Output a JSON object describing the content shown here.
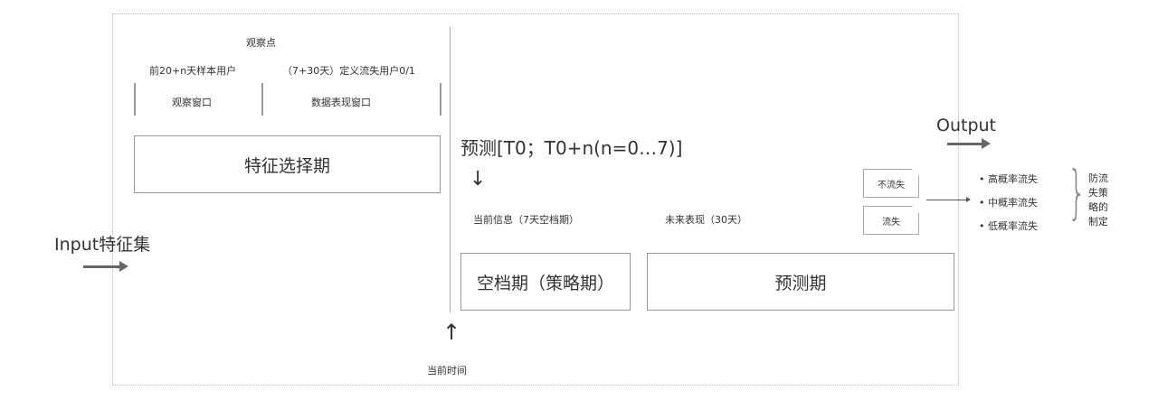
{
  "observe_point": "观察点",
  "left_top": "前20+n天样本用户",
  "right_top": "（7+30天）定义流失用户0/1",
  "observe_window": "观察窗口",
  "data_window": "数据表现窗口",
  "feature_period": "特征选择期",
  "input": "Input特征集",
  "predict": "预测[T0；T0+n(n=0…7)]",
  "current_info": "当前信息（7天空档期）",
  "future": "未来表现（30天）",
  "gap_period": "空档期（策略期）",
  "predict_period": "预测期",
  "current_time": "当前时间",
  "output": "Output",
  "not_churn": "不流失",
  "churn": "流失",
  "levels": [
    "高概率流失",
    "中概率流失",
    "低概率流失"
  ],
  "strategy": [
    "防流",
    "失策",
    "略的",
    "制定"
  ]
}
